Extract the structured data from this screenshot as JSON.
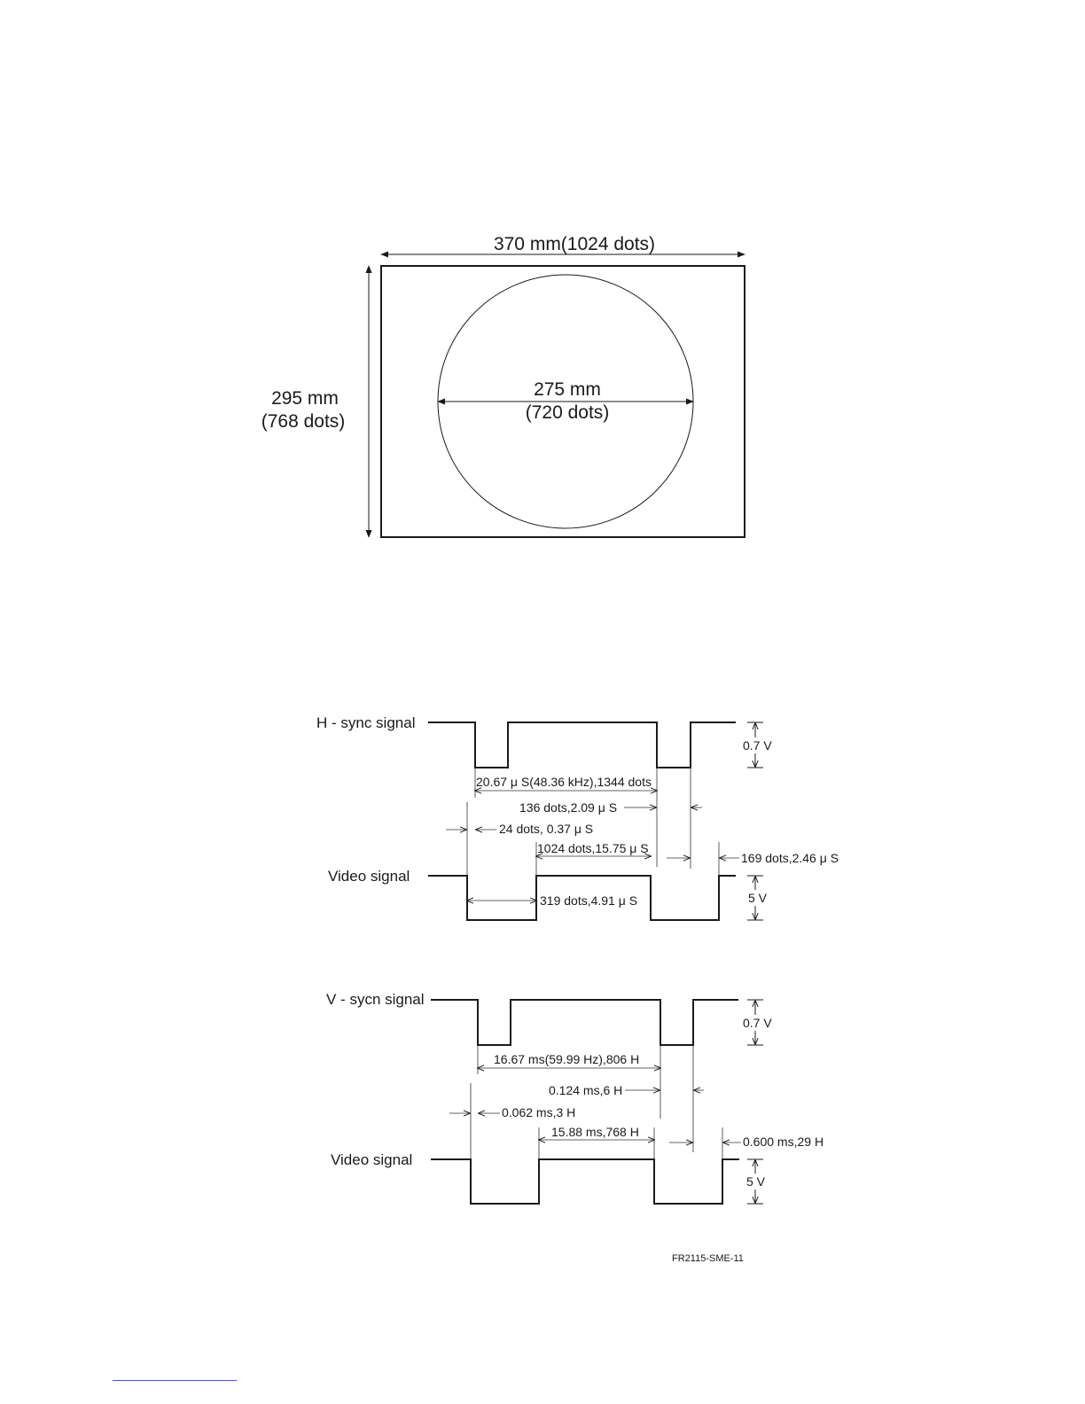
{
  "screen_diagram": {
    "width_label": "370 mm(1024 dots)",
    "height_label_line1": "295 mm",
    "height_label_line2": "(768 dots)",
    "circle_label_line1": "275 mm",
    "circle_label_line2": "(720 dots)"
  },
  "h_timing": {
    "sync_label": "H - sync signal",
    "video_label": "Video signal",
    "period": "20.67 μ S(48.36 kHz),1344 dots",
    "sync_width": "136 dots,2.09 μ S",
    "front_porch": "24 dots, 0.37 μ S",
    "active": "1024 dots,15.75 μ S",
    "back_porch": "169 dots,2.46 μ S",
    "blanking": "319 dots,4.91 μ S",
    "sync_amplitude": "0.7 V",
    "video_amplitude": "5 V"
  },
  "v_timing": {
    "sync_label": "V - sycn signal",
    "video_label": "Video signal",
    "period": "16.67 ms(59.99 Hz),806 H",
    "sync_width": "0.124 ms,6 H",
    "front_porch": "0.062 ms,3 H",
    "active": "15.88 ms,768 H",
    "back_porch": "0.600 ms,29 H",
    "sync_amplitude": "0.7 V",
    "video_amplitude": "5 V"
  },
  "figure_id": "FR2115-SME-11"
}
